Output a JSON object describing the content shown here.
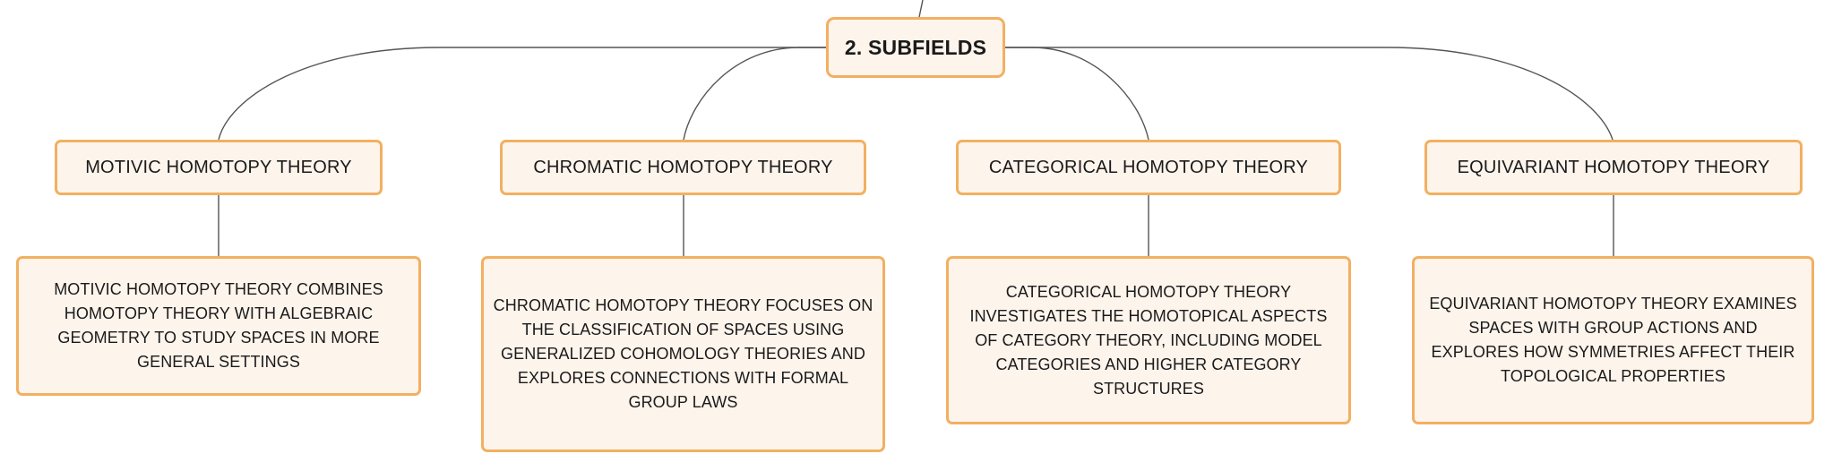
{
  "root": {
    "label": "2. SUBFIELDS"
  },
  "subfields": [
    {
      "title": "MOTIVIC HOMOTOPY THEORY",
      "description": "MOTIVIC HOMOTOPY THEORY COMBINES HOMOTOPY THEORY WITH ALGEBRAIC GEOMETRY TO STUDY SPACES IN MORE GENERAL SETTINGS"
    },
    {
      "title": "CHROMATIC HOMOTOPY THEORY",
      "description": "CHROMATIC HOMOTOPY THEORY FOCUSES ON THE CLASSIFICATION OF SPACES USING GENERALIZED COHOMOLOGY THEORIES AND EXPLORES CONNECTIONS WITH FORMAL GROUP LAWS"
    },
    {
      "title": "CATEGORICAL HOMOTOPY THEORY",
      "description": "CATEGORICAL HOMOTOPY THEORY INVESTIGATES THE HOMOTOPICAL ASPECTS OF CATEGORY THEORY, INCLUDING MODEL CATEGORIES AND HIGHER CATEGORY STRUCTURES"
    },
    {
      "title": "EQUIVARIANT HOMOTOPY THEORY",
      "description": "EQUIVARIANT HOMOTOPY THEORY EXAMINES SPACES WITH GROUP ACTIONS AND EXPLORES HOW SYMMETRIES AFFECT THEIR TOPOLOGICAL PROPERTIES"
    }
  ],
  "colors": {
    "node_border": "#f2b061",
    "node_fill": "#fdf4ec",
    "connector": "#555555",
    "text": "#1a1a1a"
  }
}
